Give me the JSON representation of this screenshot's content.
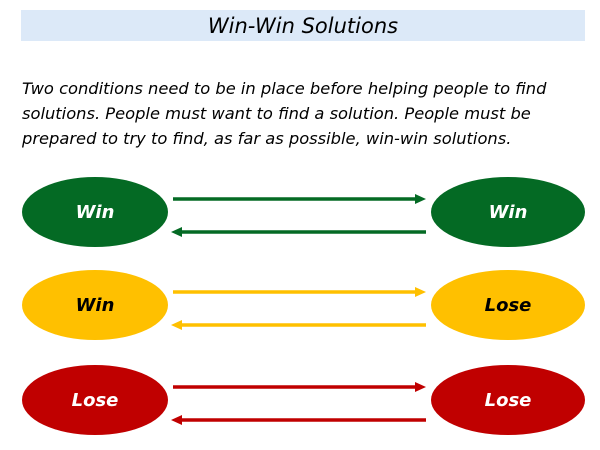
{
  "title": "Win-Win Solutions",
  "intro": "Two conditions need to be in place before helping people to find solutions. People must want to find a solution. People must be prepared to try to find, as far as possible, win-win solutions.",
  "rows": [
    {
      "left": "Win",
      "right": "Win",
      "color": "#046a24",
      "text_color": "#ffffff"
    },
    {
      "left": "Win",
      "right": "Lose",
      "color": "#ffc000",
      "text_color": "#000000"
    },
    {
      "left": "Lose",
      "right": "Lose",
      "color": "#c00000",
      "text_color": "#ffffff"
    }
  ]
}
